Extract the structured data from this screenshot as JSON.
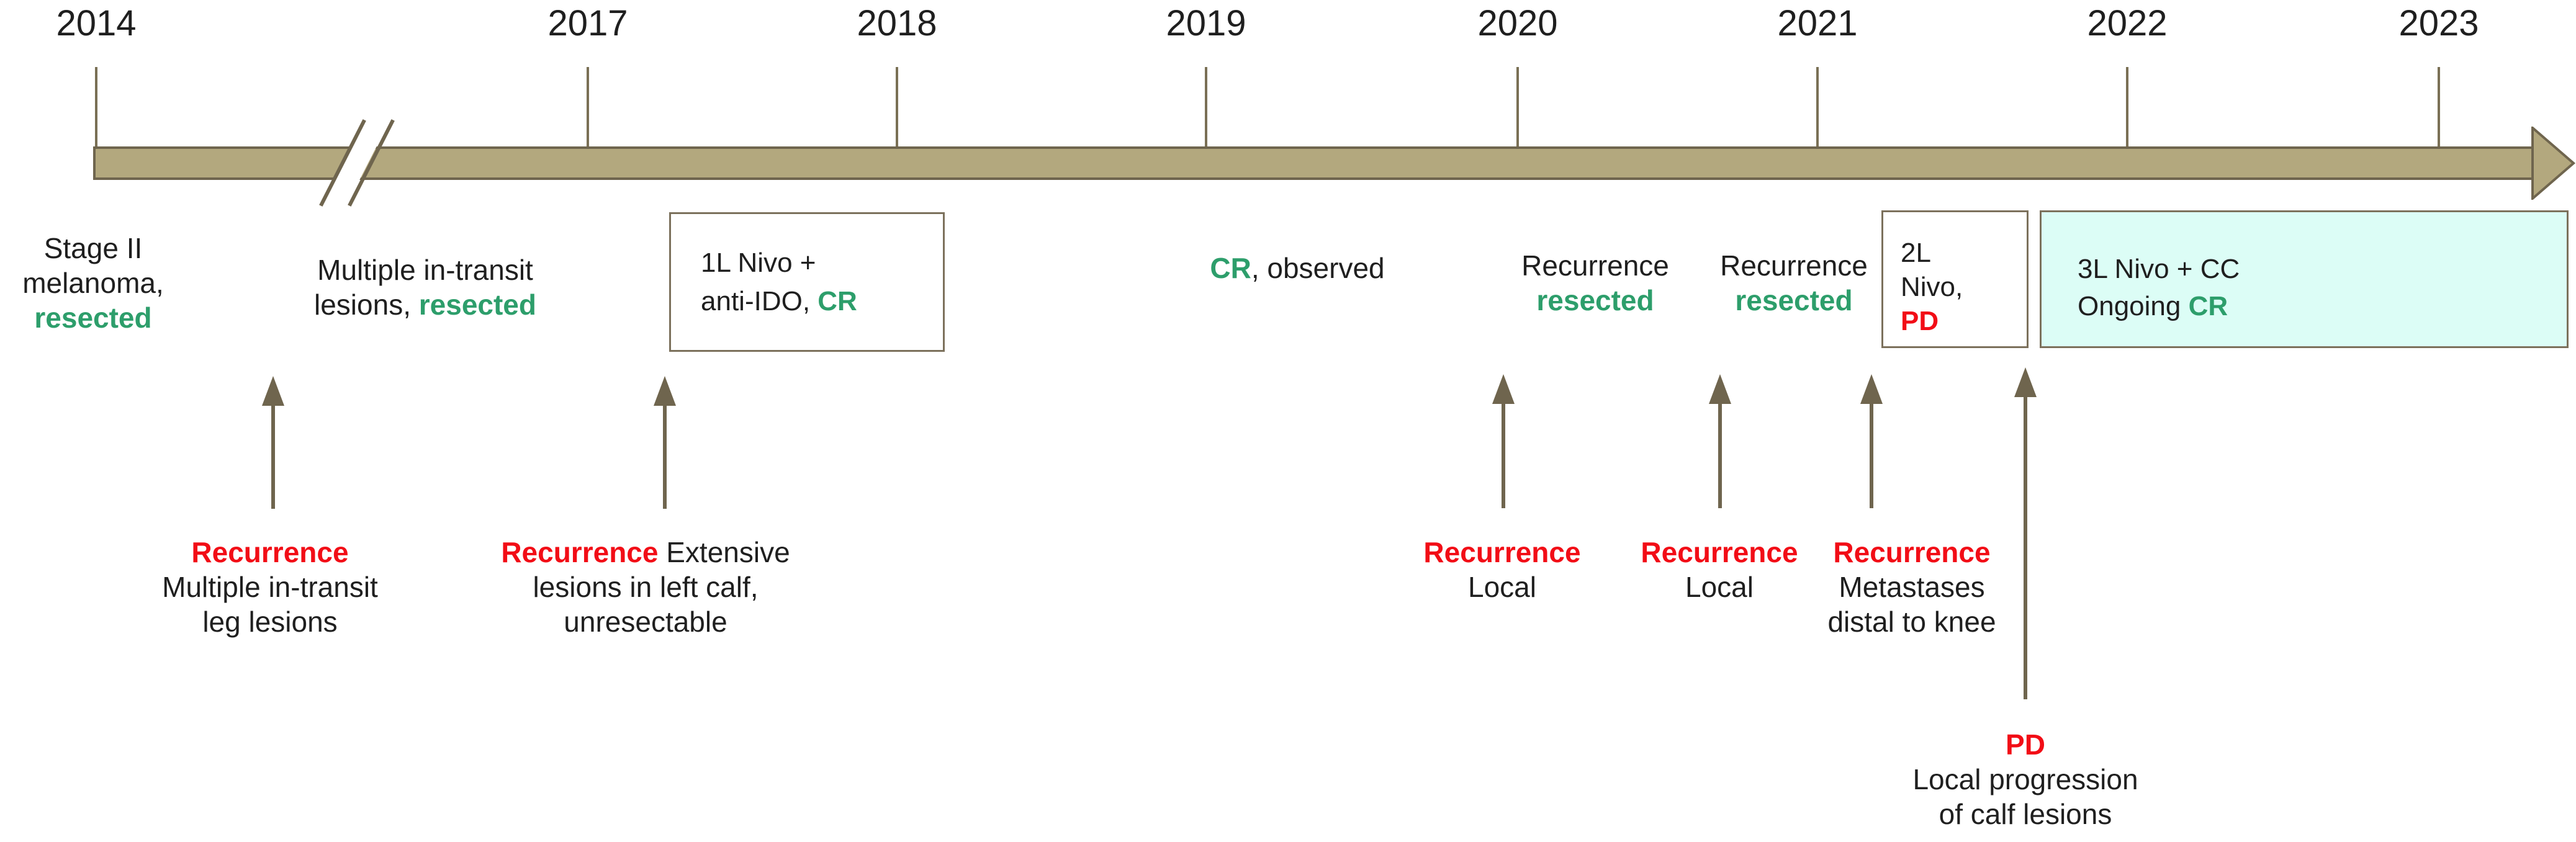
{
  "palette": {
    "bar_fill": "#b3a87e",
    "bar_border": "#6f654e",
    "tick_color": "#7a7055",
    "arrow_color": "#6f654e",
    "box_border": "#7c715c",
    "mint_box_fill": "#dcfdf6",
    "green_highlight": "#2d9e6b",
    "red_highlight": "#f20d16",
    "text_color": "#1f1f1f"
  },
  "timeline": {
    "years": [
      "2014",
      "2017",
      "2018",
      "2019",
      "2020",
      "2021",
      "2022",
      "2023"
    ]
  },
  "events_above": {
    "stage2": {
      "line1": "Stage II",
      "line2": "melanoma,",
      "line3": "resected"
    },
    "multiple_in_transit": {
      "line1": "Multiple in-transit",
      "line2_prefix": "lesions, ",
      "line2_highlight": "resected"
    },
    "box_1l": {
      "line1": "1L Nivo +",
      "line2_prefix": "anti-IDO, ",
      "line2_highlight": "CR"
    },
    "cr_observed": {
      "highlight": "CR",
      "suffix": ", observed"
    },
    "recurrence_resected_1": {
      "line1": "Recurrence",
      "line2": "resected"
    },
    "recurrence_resected_2": {
      "line1": "Recurrence",
      "line2": "resected"
    },
    "box_2l": {
      "line1": "2L",
      "line2": "Nivo,",
      "line3": "PD"
    },
    "box_3l": {
      "line1": "3L Nivo + CC",
      "line2_prefix": "Ongoing ",
      "line2_highlight": "CR"
    }
  },
  "events_below": {
    "recurrence_leg": {
      "line1": "Recurrence",
      "line2": "Multiple in-transit",
      "line3": "leg lesions"
    },
    "recurrence_calf": {
      "line1_highlight": "Recurrence",
      "line1_suffix": " Extensive",
      "line2": "lesions in left calf,",
      "line3": "unresectable"
    },
    "recurrence_local_1": {
      "line1": "Recurrence",
      "line2": "Local"
    },
    "recurrence_local_2": {
      "line1": "Recurrence",
      "line2": "Local"
    },
    "recurrence_metastases": {
      "line1": "Recurrence",
      "line2": "Metastases",
      "line3": "distal to knee"
    },
    "pd_progression": {
      "line1": "PD",
      "line2": "Local progression",
      "line3": "of calf lesions"
    }
  }
}
